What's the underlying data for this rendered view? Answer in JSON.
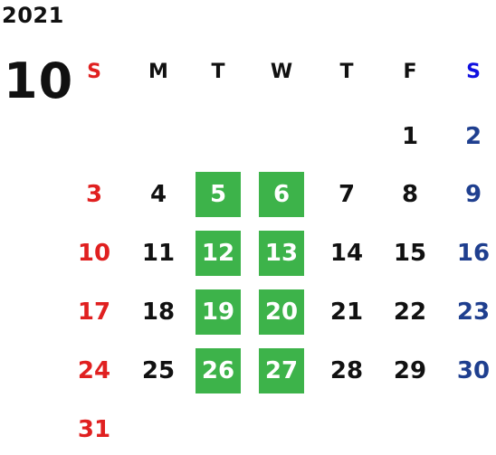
{
  "calendar": {
    "year": "2021",
    "month": "10",
    "weekdays": [
      "S",
      "M",
      "T",
      "W",
      "T",
      "F",
      "S"
    ],
    "weeks": [
      [
        "",
        "",
        "",
        "",
        "",
        "1",
        "2"
      ],
      [
        "3",
        "4",
        "5",
        "6",
        "7",
        "8",
        "9"
      ],
      [
        "10",
        "11",
        "12",
        "13",
        "14",
        "15",
        "16"
      ],
      [
        "17",
        "18",
        "19",
        "20",
        "21",
        "22",
        "23"
      ],
      [
        "24",
        "25",
        "26",
        "27",
        "28",
        "29",
        "30"
      ],
      [
        "31",
        "",
        "",
        "",
        "",
        "",
        ""
      ]
    ],
    "highlighted_days": [
      "5",
      "6",
      "12",
      "13",
      "19",
      "20",
      "26",
      "27"
    ]
  },
  "colors": {
    "text": "#111111",
    "sunday_header": "#e02020",
    "saturday_header": "#1010e0",
    "sunday_date": "#e02020",
    "saturday_date": "#1f3f8f",
    "highlight_bg": "#3db34a",
    "highlight_text": "#ffffff"
  }
}
